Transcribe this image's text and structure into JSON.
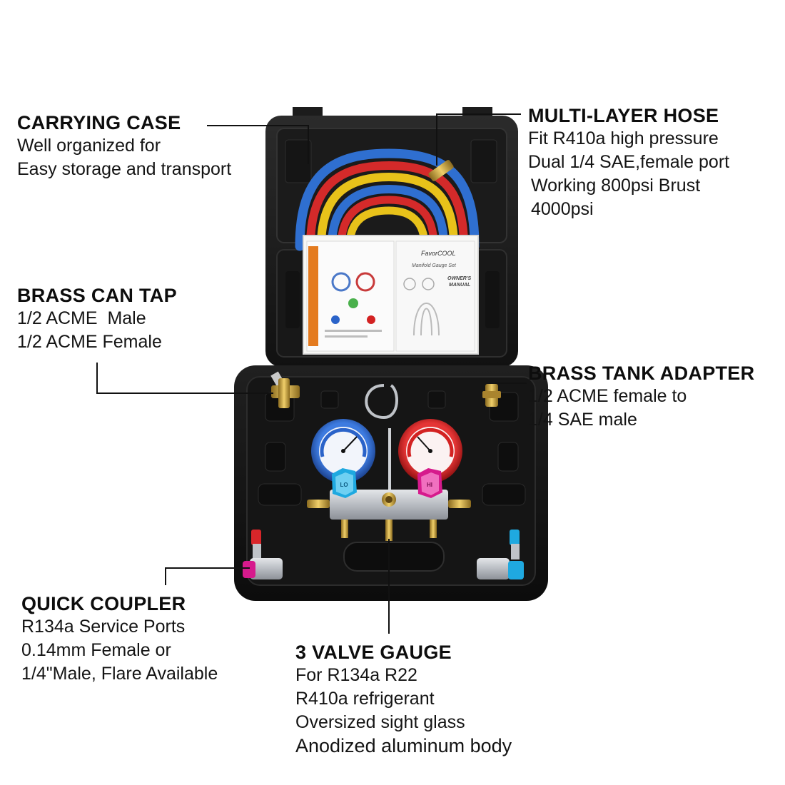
{
  "callouts": {
    "carrying_case": {
      "title": "CARRYING CASE",
      "lines": [
        "Well organized for",
        "Easy storage and transport"
      ]
    },
    "multi_layer_hose": {
      "title": "MULTI-LAYER HOSE",
      "lines": [
        "Fit R410a high pressure",
        "Dual 1/4 SAE,female port",
        "Working 800psi Brust",
        "4000psi"
      ]
    },
    "brass_can_tap": {
      "title": "BRASS CAN TAP",
      "lines": [
        "1/2 ACME  Male",
        "1/2 ACME Female"
      ]
    },
    "brass_tank_adapter": {
      "title": "BRASS TANK ADAPTER",
      "lines": [
        "1/2 ACME female to",
        "1/4 SAE male"
      ]
    },
    "quick_coupler": {
      "title": "QUICK COUPLER",
      "lines": [
        "R134a Service Ports",
        "0.14mm Female or",
        "1/4\"Male, Flare Available"
      ]
    },
    "three_valve_gauge": {
      "title": "3 VALVE GAUGE",
      "lines": [
        "For R134a R22",
        "R410a refrigerant",
        "Oversized sight glass",
        "Anodized aluminum body"
      ]
    }
  },
  "manual": {
    "brand": "FavorCOOL",
    "subtitle": "Manifold Gauge Set",
    "heading_line1": "OWNER'S",
    "heading_line2": "MANUAL"
  },
  "gauges": {
    "low_cap_label": "LO",
    "high_cap_label": "HI"
  },
  "colors": {
    "case": "#1a1a1a",
    "hose_blue": "#2f6fd0",
    "hose_red": "#d42a2a",
    "hose_yellow": "#e8c21a",
    "gauge_blue": "#2a63c9",
    "gauge_red": "#d32222",
    "cap_blue": "#1fa9e0",
    "cap_pink": "#d61a8c",
    "brass": "#c9a13a"
  }
}
